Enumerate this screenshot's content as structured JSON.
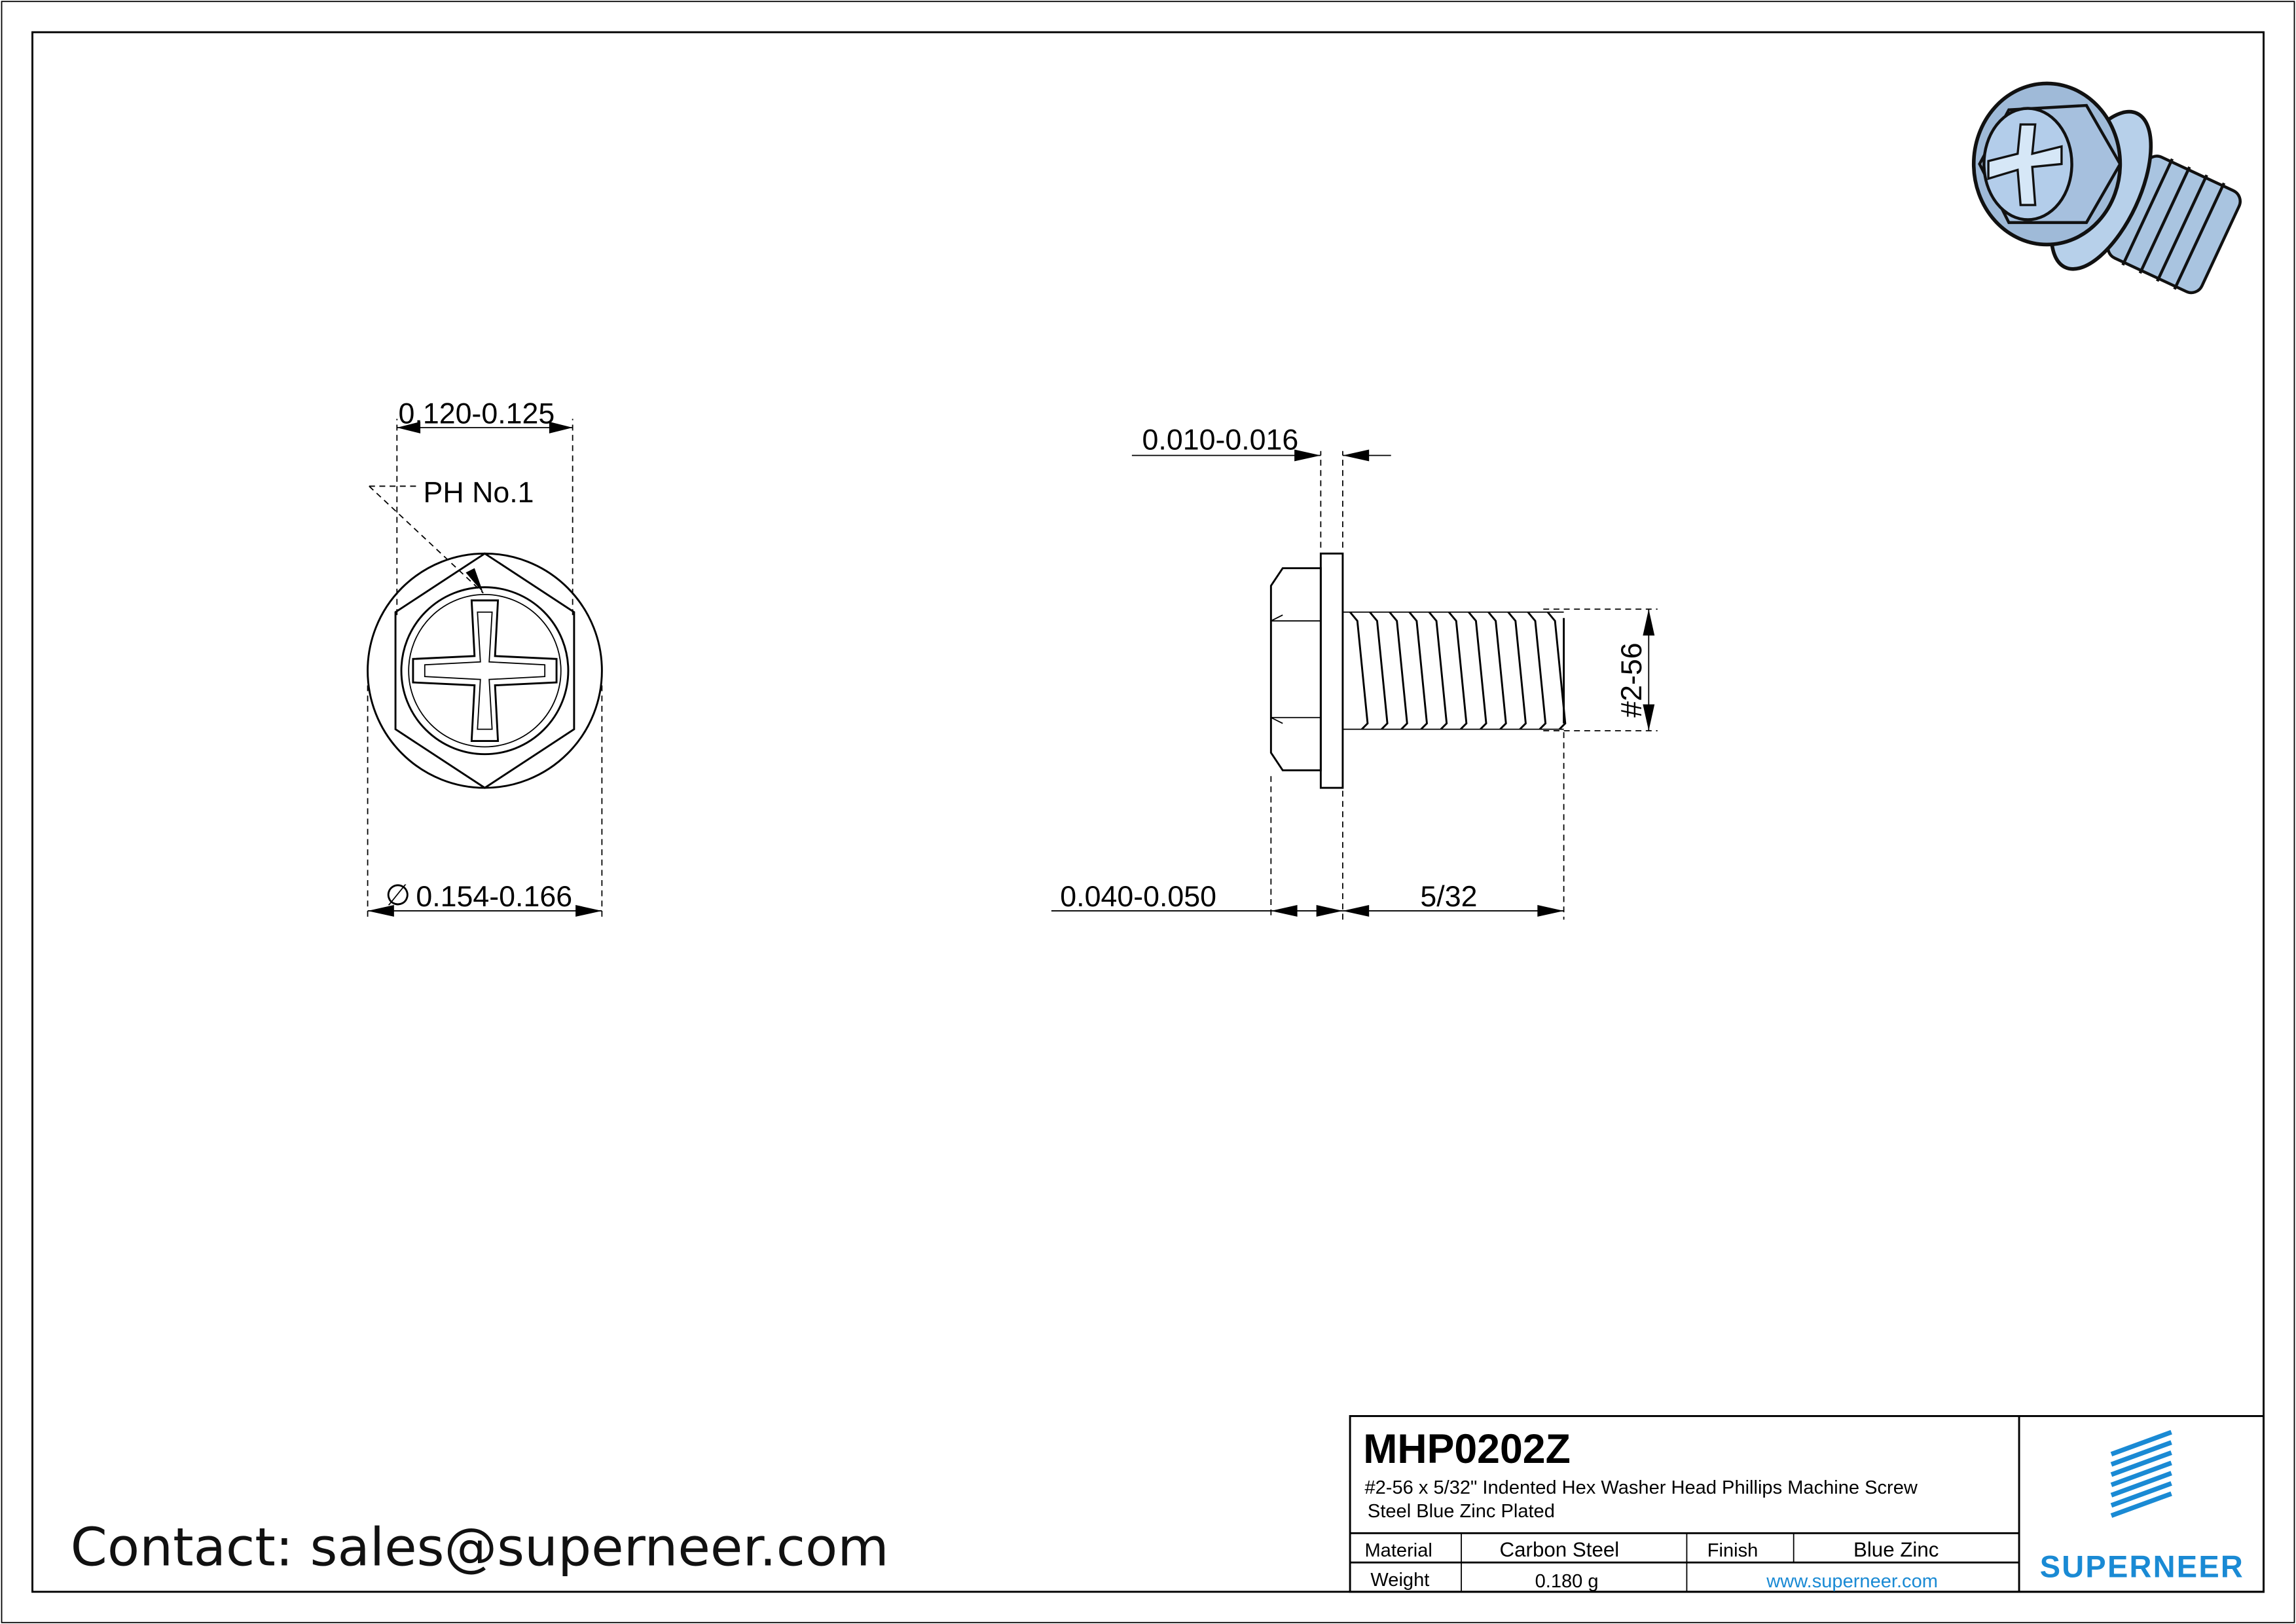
{
  "drawing": {
    "front_view": {
      "top_dim": "0.120-0.125",
      "drive_label": "PH No.1",
      "diameter_symbol": "∅",
      "bottom_dim": "0.154-0.166"
    },
    "side_view": {
      "washer_thickness_dim": "0.010-0.016",
      "head_height_dim": "0.040-0.050",
      "length_dim": "5/32",
      "thread_dim": "#2-56"
    }
  },
  "title_block": {
    "part_number": "MHP0202Z",
    "description_line1": "#2-56 x 5/32\" Indented Hex Washer Head Phillips  Machine Screw",
    "description_line2": "Steel Blue Zinc Plated",
    "material_label": "Material",
    "material_value": "Carbon Steel",
    "finish_label": "Finish",
    "finish_value": "Blue Zinc",
    "weight_label": "Weight",
    "weight_value": "0.180 g",
    "website": "www.superneer.com",
    "brand": "SUPERNEER",
    "brand_color": "#1a8ad4"
  },
  "contact": "Contact: sales@superneer.com"
}
